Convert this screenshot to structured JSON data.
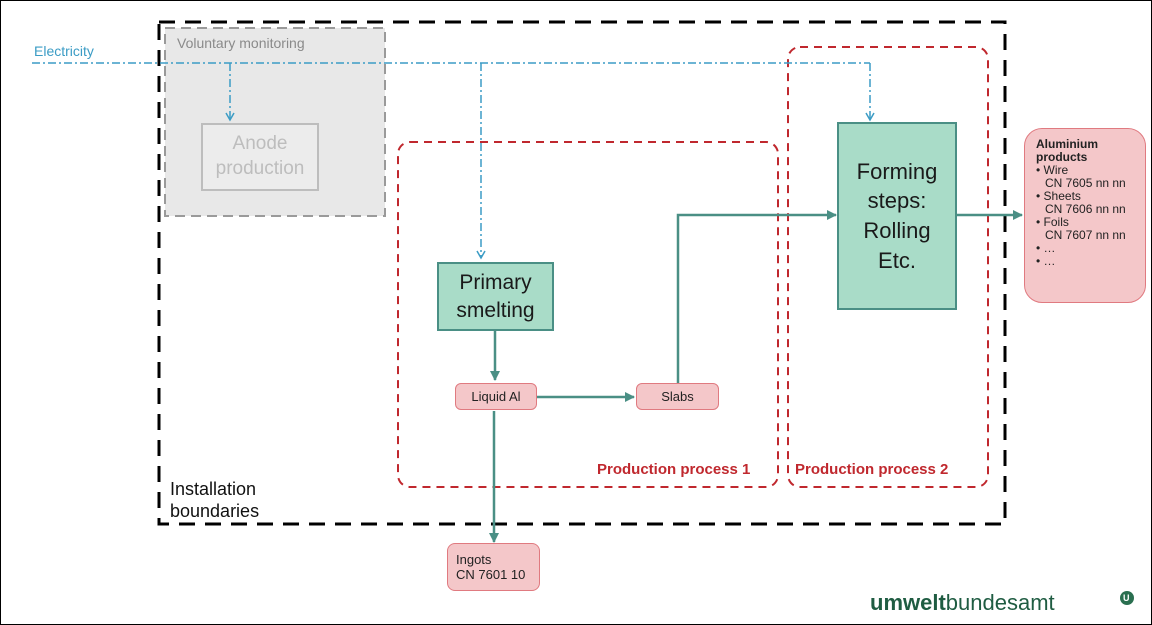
{
  "labels": {
    "electricity": "Electricity",
    "voluntary_monitoring": "Voluntary monitoring",
    "installation_boundaries_1": "Installation",
    "installation_boundaries_2": "boundaries",
    "production_process_1": "Production process 1",
    "production_process_2": "Production process 2"
  },
  "nodes": {
    "anode_1": "Anode",
    "anode_2": "production",
    "primary_1": "Primary",
    "primary_2": "smelting",
    "forming_1": "Forming",
    "forming_2": "steps:",
    "forming_3": "Rolling",
    "forming_4": "Etc.",
    "liquid_al": "Liquid Al",
    "slabs": "Slabs",
    "ingots_1": "Ingots",
    "ingots_2": "CN 7601 10"
  },
  "products": {
    "title_1": "Aluminium",
    "title_2": "products",
    "items": [
      {
        "name": "Wire",
        "code": "CN 7605 nn nn"
      },
      {
        "name": "Sheets",
        "code": "CN 7606 nn nn"
      },
      {
        "name": "Foils",
        "code": "CN 7607 nn nn"
      },
      {
        "name": "…",
        "code": ""
      },
      {
        "name": "…",
        "code": ""
      }
    ]
  },
  "logo": {
    "bold": "umwelt",
    "regular": "bundesamt",
    "mark": "U"
  },
  "colors": {
    "teal_fill": "#a9dcc8",
    "teal_border": "#4a8f85",
    "pink_fill": "#f4c7c9",
    "red_dash": "#c0282e",
    "blue_dash": "#3b9cc5",
    "grey": "#bdbdbd",
    "arrow": "#4a8f85"
  }
}
